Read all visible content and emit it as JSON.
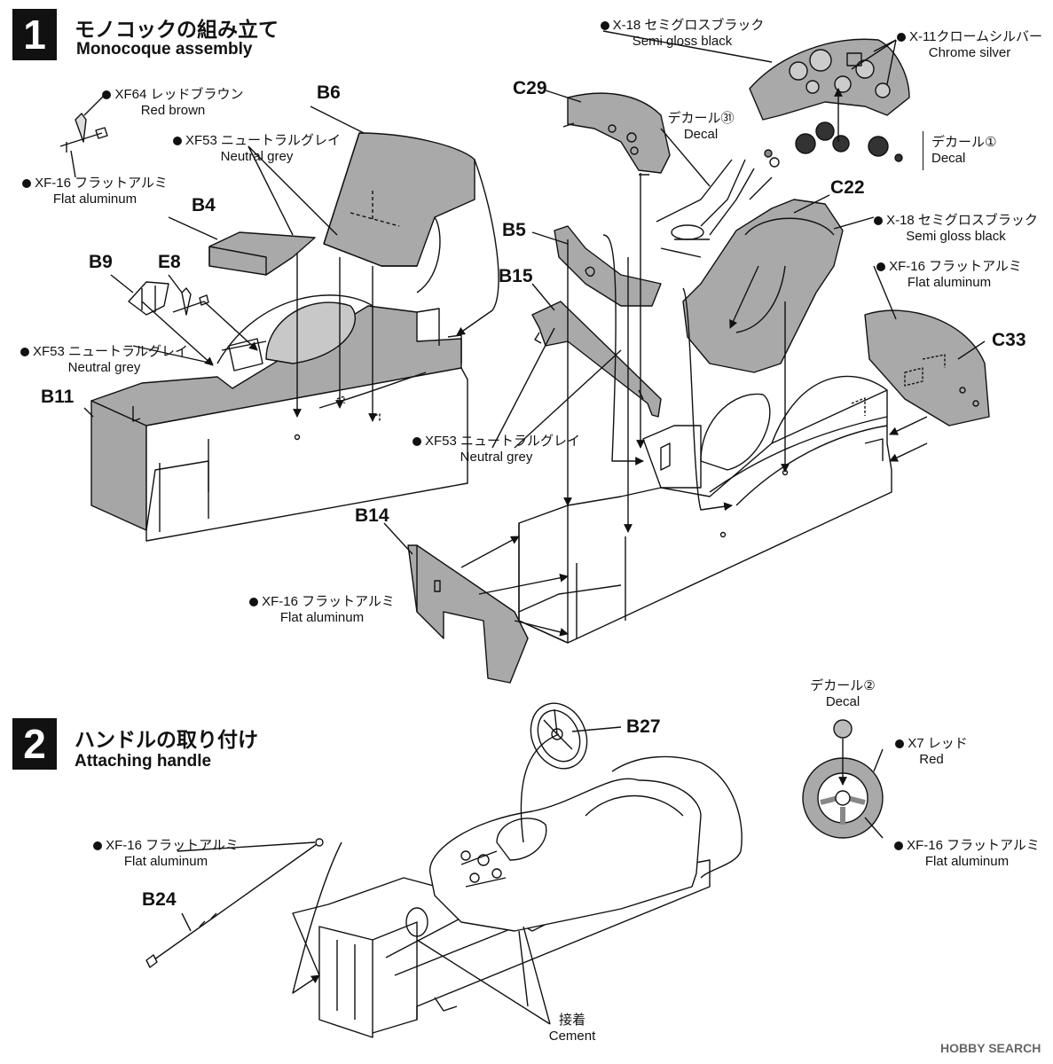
{
  "steps": [
    {
      "number": "1",
      "title_jp": "モノコックの組み立て",
      "title_en": "Monocoque assembly"
    },
    {
      "number": "2",
      "title_jp": "ハンドルの取り付け",
      "title_en": "Attaching handle"
    }
  ],
  "parts": {
    "B6": "B6",
    "B4": "B4",
    "B9": "B9",
    "E8": "E8",
    "B11": "B11",
    "C29": "C29",
    "B5": "B5",
    "B15": "B15",
    "C22": "C22",
    "C33": "C33",
    "B14": "B14",
    "B27": "B27",
    "B24": "B24"
  },
  "paints": {
    "xf64": {
      "jp": "XF64 レッドブラウン",
      "en": "Red brown"
    },
    "xf16_a": {
      "jp": "XF-16 フラットアルミ",
      "en": "Flat aluminum"
    },
    "xf53_a": {
      "jp": "XF53 ニュートラルグレイ",
      "en": "Neutral grey"
    },
    "xf53_b": {
      "jp": "XF53 ニュートラルグレイ",
      "en": "Neutral grey"
    },
    "x18_a": {
      "jp": "X-18 セミグロスブラック",
      "en": "Semi gloss black"
    },
    "x11": {
      "jp": "X-11クロームシルバー",
      "en": "Chrome silver"
    },
    "x18_b": {
      "jp": "X-18 セミグロスブラック",
      "en": "Semi gloss black"
    },
    "xf16_b": {
      "jp": "XF-16 フラットアルミ",
      "en": "Flat aluminum"
    },
    "xf53_c": {
      "jp": "XF53 ニュートラルグレイ",
      "en": "Neutral grey"
    },
    "xf16_c": {
      "jp": "XF-16 フラットアルミ",
      "en": "Flat aluminum"
    },
    "xf16_d": {
      "jp": "XF-16 フラットアルミ",
      "en": "Flat aluminum"
    },
    "x7": {
      "jp": "X7 レッド",
      "en": "Red"
    },
    "xf16_e": {
      "jp": "XF-16 フラットアルミ",
      "en": "Flat aluminum"
    }
  },
  "decals": {
    "d31": {
      "jp": "デカール㉛",
      "en": "Decal"
    },
    "d1": {
      "jp": "デカール①",
      "en": "Decal"
    },
    "d2": {
      "jp": "デカール②",
      "en": "Decal"
    }
  },
  "cement": {
    "jp": "接着",
    "en": "Cement"
  },
  "watermark": "HOBBY SEARCH"
}
